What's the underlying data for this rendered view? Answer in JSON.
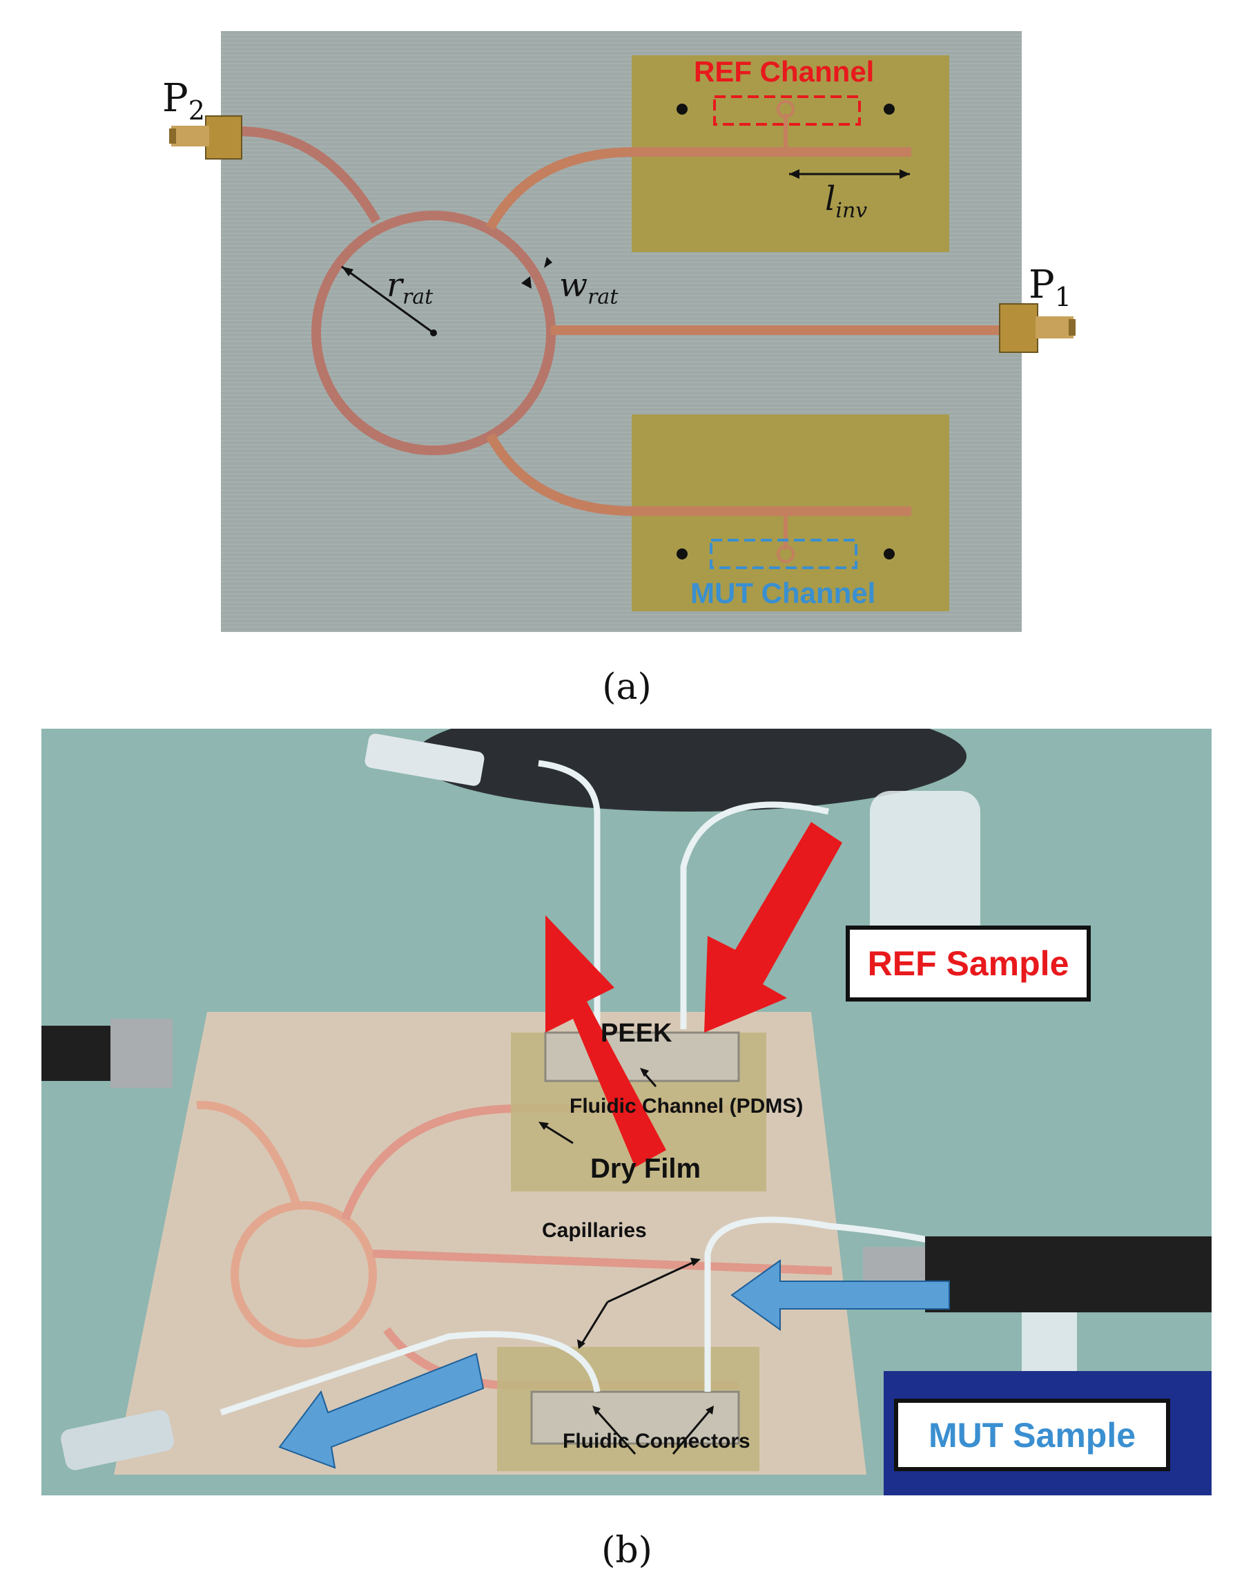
{
  "panel_a": {
    "caption": "(a)",
    "ref_channel_label": "REF Channel",
    "mut_channel_label": "MUT Channel",
    "port2": {
      "main": "P",
      "sub": "2"
    },
    "port1": {
      "main": "P",
      "sub": "1"
    },
    "l_inv": {
      "main": "l",
      "sub": "inv"
    },
    "r_rat": {
      "main": "r",
      "sub": "rat"
    },
    "w_rat": {
      "main": "w",
      "sub": "rat"
    }
  },
  "panel_b": {
    "caption": "(b)",
    "ref_sample": "REF Sample",
    "mut_sample": "MUT Sample",
    "peek": "PEEK",
    "fluidic_channel": "Fluidic Channel (PDMS)",
    "dry_film": "Dry Film",
    "capillaries": "Capillaries",
    "fluidic_connectors": "Fluidic Connectors"
  },
  "colors": {
    "ref_red": "#e8191c",
    "mut_blue": "#3a8fd0",
    "copper": "#c7705a",
    "board_a": "#9aa7a6",
    "polyimide": "#a99b4a"
  }
}
